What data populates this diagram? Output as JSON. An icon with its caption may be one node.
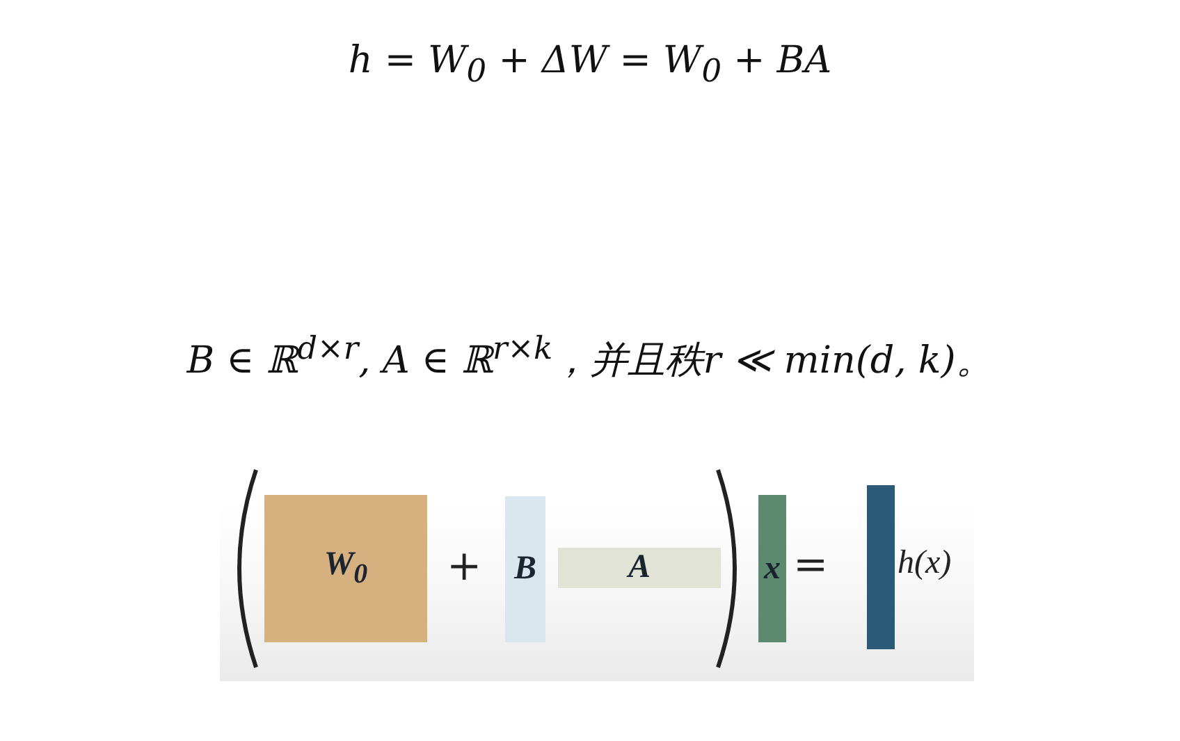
{
  "diagram": {
    "nodes": [
      {
        "text": [
          "W$_{0}$"
        ]
      },
      {
        "text": [
          "B"
        ]
      },
      {
        "text": [
          "A"
        ]
      },
      {
        "text": [
          "x"
        ]
      },
      {
        "text": [],
        "shape": "bar",
        "beside": [
          "h(x)"
        ]
      }
    ],
    "labels": [
      "h = W$_{0}$ + ΔW = W$_{0}$ + BA",
      "B ∈ ℝ$^{d×r}$, A ∈ ℝ$^{r×k}$，并且秩r ≪ min(d, k)。",
      "+",
      "="
    ]
  }
}
